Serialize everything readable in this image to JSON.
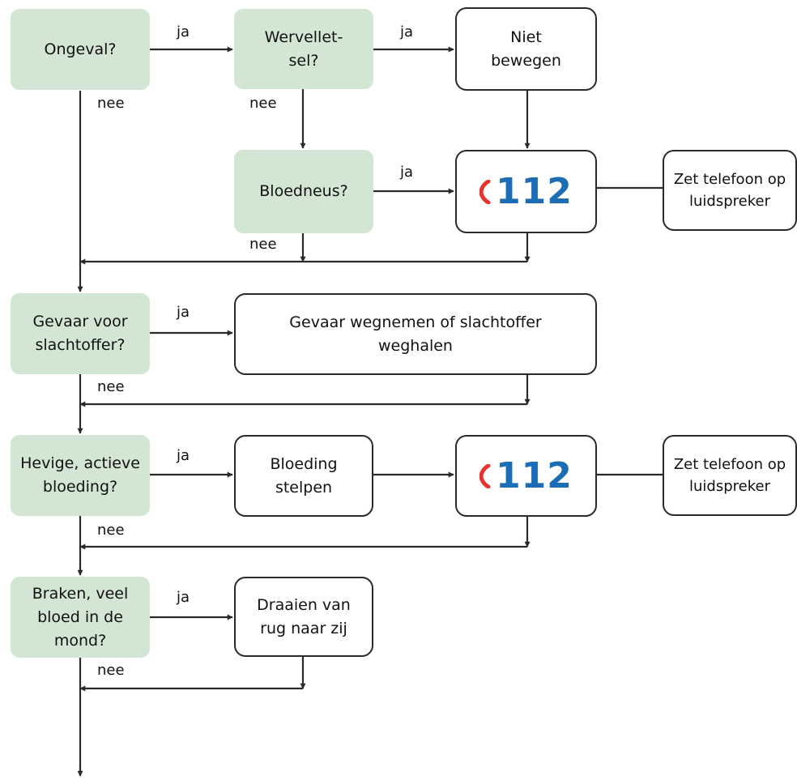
{
  "diagram": {
    "type": "flowchart",
    "colors": {
      "decision_fill": "#d3e6d4",
      "action_border": "#2a2a2a",
      "arrow": "#2a2a2a",
      "emergency_handset": "#e8342f",
      "emergency_number": "#1b6db5"
    },
    "nodes": {
      "ongeval": "Ongeval?",
      "wervelletsel": "Wervellet-\nsel?",
      "niet_bewegen": "Niet\nbewegen",
      "bloedneus": "Bloedneus?",
      "call_112_a": "112",
      "speaker_a": "Zet telefoon op\nluidspreker",
      "gevaar": "Gevaar voor\nslachtoffer?",
      "gevaar_wegnemen": "Gevaar wegnemen of slachtoffer\nweghalen",
      "bloeding": "Hevige, actieve\nbloeding?",
      "bloeding_stelpen": "Bloeding\nstelpen",
      "call_112_b": "112",
      "speaker_b": "Zet telefoon op\nluidspreker",
      "braken": "Braken, veel\nbloed in de\nmond?",
      "draaien": "Draaien van\nrug naar zij"
    },
    "edge_labels": {
      "yes": "ja",
      "no": "nee"
    },
    "icons": {
      "emergency_call": "phone-handset-icon"
    }
  }
}
